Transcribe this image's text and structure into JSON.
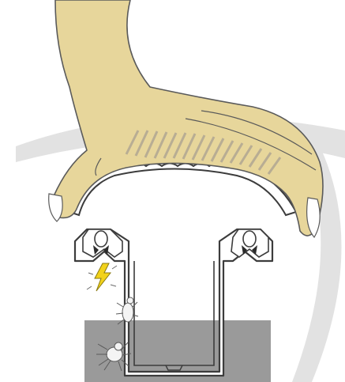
{
  "diagram": {
    "parts": [
      "hand",
      "curved-cap",
      "rail-profile",
      "clip-left",
      "clip-right",
      "ground-block",
      "bug",
      "spider",
      "lightning"
    ],
    "colors": {
      "hand_fill": "#e7d69b",
      "hand_outline": "#5a5a5a",
      "hatch": "#b8ad93",
      "rail_outline": "#3c3c3c",
      "rail_fill": "#ffffff",
      "clip_dark": "#2b2b2b",
      "ground_fill": "#9a9a9a",
      "background_arc": "#d8d8d8",
      "lightning": "#f2d21b"
    }
  }
}
